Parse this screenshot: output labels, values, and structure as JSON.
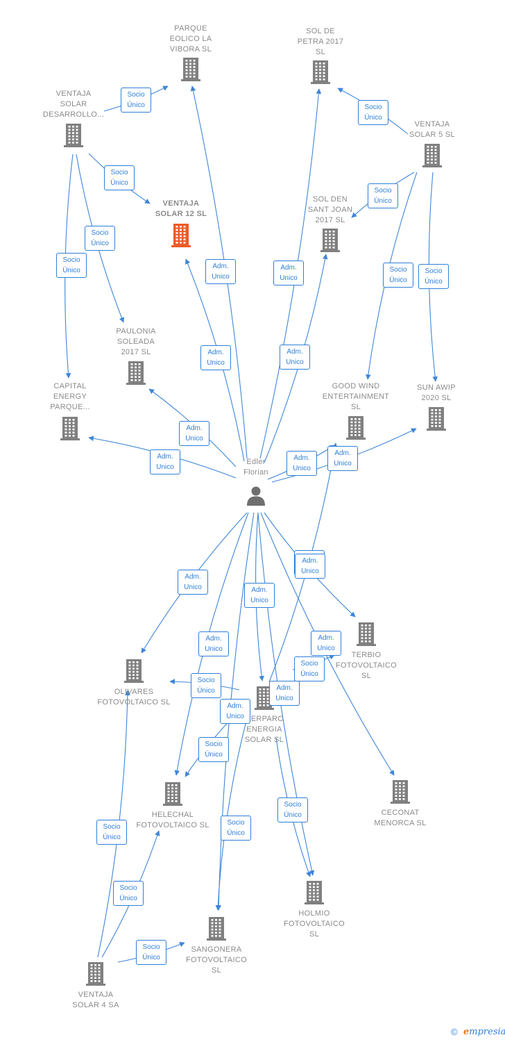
{
  "colors": {
    "edge": "#3f86d8",
    "company": "#808080",
    "highlight": "#f05a28",
    "label": "#8a8a8a"
  },
  "person": {
    "name_lines": [
      "Edler",
      "Florian"
    ],
    "icon": "person-icon"
  },
  "nodes": [
    {
      "id": "vibora",
      "lines": [
        "PARQUE",
        "EOLICO LA",
        "VIBORA  SL"
      ],
      "icon": "building-icon"
    },
    {
      "id": "petra",
      "lines": [
        "SOL DE",
        "PETRA 2017",
        "SL"
      ],
      "icon": "building-icon"
    },
    {
      "id": "desarrollo",
      "lines": [
        "VENTAJA",
        "SOLAR",
        "DESARROLLO..."
      ],
      "icon": "building-icon"
    },
    {
      "id": "solar5",
      "lines": [
        "VENTAJA",
        "SOLAR 5  SL"
      ],
      "icon": "building-icon"
    },
    {
      "id": "solar12",
      "lines": [
        "VENTAJA",
        "SOLAR 12  SL"
      ],
      "icon": "building-icon",
      "highlight": true
    },
    {
      "id": "santjoan",
      "lines": [
        "SOL DEN",
        "SANT JOAN",
        "2017  SL"
      ],
      "icon": "building-icon"
    },
    {
      "id": "paulonia",
      "lines": [
        "PAULONIA",
        "SOLEADA",
        "2017  SL"
      ],
      "icon": "building-icon"
    },
    {
      "id": "capital",
      "lines": [
        "CAPITAL",
        "ENERGY",
        "PARQUE..."
      ],
      "icon": "building-icon"
    },
    {
      "id": "goodwind",
      "lines": [
        "GOOD WIND",
        "ENTERTAINMENT",
        "SL"
      ],
      "icon": "building-icon"
    },
    {
      "id": "sunawip",
      "lines": [
        "SUN AWIP",
        "2020  SL"
      ],
      "icon": "building-icon"
    },
    {
      "id": "terbio",
      "lines": [
        "TERBIO",
        "FOTOVOLTAICO",
        "SL"
      ],
      "icon": "building-icon"
    },
    {
      "id": "olivares",
      "lines": [
        "OLIVARES",
        "FOTOVOLTAICO SL"
      ],
      "icon": "building-icon"
    },
    {
      "id": "herparc",
      "lines": [
        "HERPARC",
        "ENERGIA",
        "SOLAR  SL"
      ],
      "icon": "building-icon"
    },
    {
      "id": "ceconat",
      "lines": [
        "CECONAT",
        "MENORCA SL"
      ],
      "icon": "building-icon"
    },
    {
      "id": "helechal",
      "lines": [
        "HELECHAL",
        "FOTOVOLTAICO SL"
      ],
      "icon": "building-icon"
    },
    {
      "id": "holmio",
      "lines": [
        "HOLMIO",
        "FOTOVOLTAICO",
        "SL"
      ],
      "icon": "building-icon"
    },
    {
      "id": "sangonera",
      "lines": [
        "SANGONERA",
        "FOTOVOLTAICO",
        "SL"
      ],
      "icon": "building-icon"
    },
    {
      "id": "solar4",
      "lines": [
        "VENTAJA",
        "SOLAR 4 SA"
      ],
      "icon": "building-icon"
    }
  ],
  "edge_labels": {
    "adm": [
      "Adm.",
      "Unico"
    ],
    "socio": [
      "Socio",
      "Único"
    ]
  },
  "edges": [
    {
      "from": "desarrollo",
      "to": "vibora",
      "label": "socio"
    },
    {
      "from": "desarrollo",
      "to": "solar12",
      "label": "socio"
    },
    {
      "from": "desarrollo",
      "to": "paulonia",
      "label": "socio"
    },
    {
      "from": "desarrollo",
      "to": "capital",
      "label": "socio"
    },
    {
      "from": "solar5",
      "to": "petra",
      "label": "socio"
    },
    {
      "from": "solar5",
      "to": "santjoan",
      "label": "socio"
    },
    {
      "from": "solar5",
      "to": "goodwind",
      "label": "socio"
    },
    {
      "from": "solar5",
      "to": "sunawip",
      "label": "socio"
    },
    {
      "from": "person",
      "to": "vibora",
      "label": "adm"
    },
    {
      "from": "person",
      "to": "petra",
      "label": "adm"
    },
    {
      "from": "person",
      "to": "solar12",
      "label": "adm"
    },
    {
      "from": "person",
      "to": "santjoan",
      "label": "adm"
    },
    {
      "from": "person",
      "to": "paulonia",
      "label": "adm"
    },
    {
      "from": "person",
      "to": "capital",
      "label": "adm"
    },
    {
      "from": "person",
      "to": "goodwind",
      "label": "adm"
    },
    {
      "from": "person",
      "to": "sunawip",
      "label": "adm"
    },
    {
      "from": "person",
      "to": "olivares",
      "label": "adm"
    },
    {
      "from": "person",
      "to": "terbio",
      "label": "adm"
    },
    {
      "from": "person",
      "to": "herparc",
      "label": "adm"
    },
    {
      "from": "person",
      "to": "helechal",
      "label": "adm"
    },
    {
      "from": "person",
      "to": "sangonera",
      "label": "adm"
    },
    {
      "from": "person",
      "to": "holmio",
      "label": "adm"
    },
    {
      "from": "person",
      "to": "ceconat",
      "label": "adm"
    },
    {
      "from": "herparc",
      "to": "olivares",
      "label": "socio"
    },
    {
      "from": "herparc",
      "to": "helechal",
      "label": "socio"
    },
    {
      "from": "herparc",
      "to": "terbio",
      "label": "socio"
    },
    {
      "from": "herparc",
      "to": "holmio",
      "label": "socio"
    },
    {
      "from": "herparc",
      "to": "sangonera",
      "label": "socio"
    },
    {
      "from": "herparc",
      "to": "goodwind",
      "label": "adm"
    },
    {
      "from": "solar4",
      "to": "olivares",
      "label": "socio"
    },
    {
      "from": "solar4",
      "to": "helechal",
      "label": "socio"
    },
    {
      "from": "solar4",
      "to": "sangonera",
      "label": "socio"
    }
  ],
  "footer": {
    "copyright": "©",
    "brand_initial": "e",
    "brand_rest": "mpresia"
  }
}
